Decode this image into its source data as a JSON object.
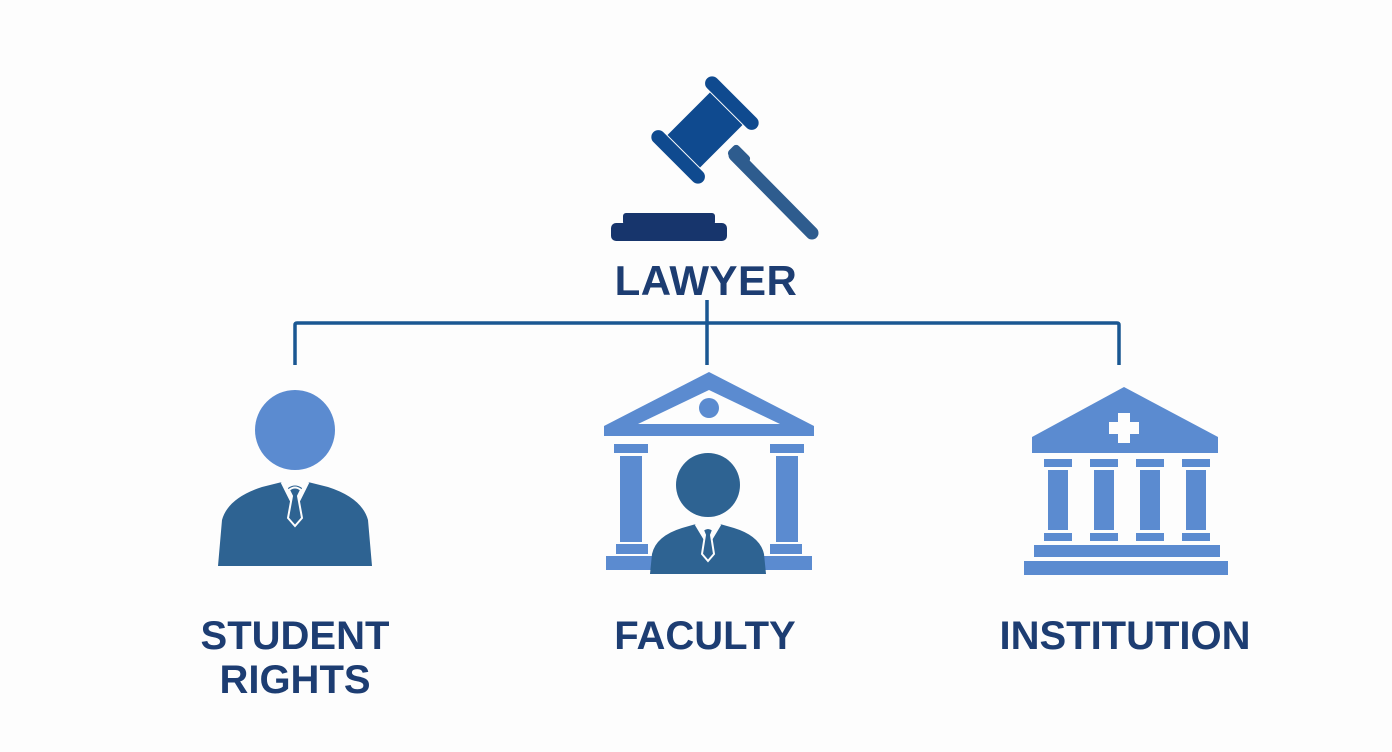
{
  "diagram": {
    "root": {
      "label": "LAWYER",
      "icon": "gavel-icon"
    },
    "children": [
      {
        "label_line1": "STUDENT",
        "label_line2": "RIGHTS",
        "icon": "person-suit-icon"
      },
      {
        "label": "FACULTY",
        "icon": "person-in-building-icon"
      },
      {
        "label": "INSTITUTION",
        "icon": "institution-building-cross-icon"
      }
    ]
  },
  "colors": {
    "background": "#fdfdfd",
    "text": "#1d3d72",
    "gavel_head": "#0f4a8f",
    "gavel_handle": "#2e5c8e",
    "gavel_base": "#17356c",
    "connector": "#1a5792",
    "icon_light": "#5b8bd0",
    "icon_dark": "#2e6392"
  }
}
